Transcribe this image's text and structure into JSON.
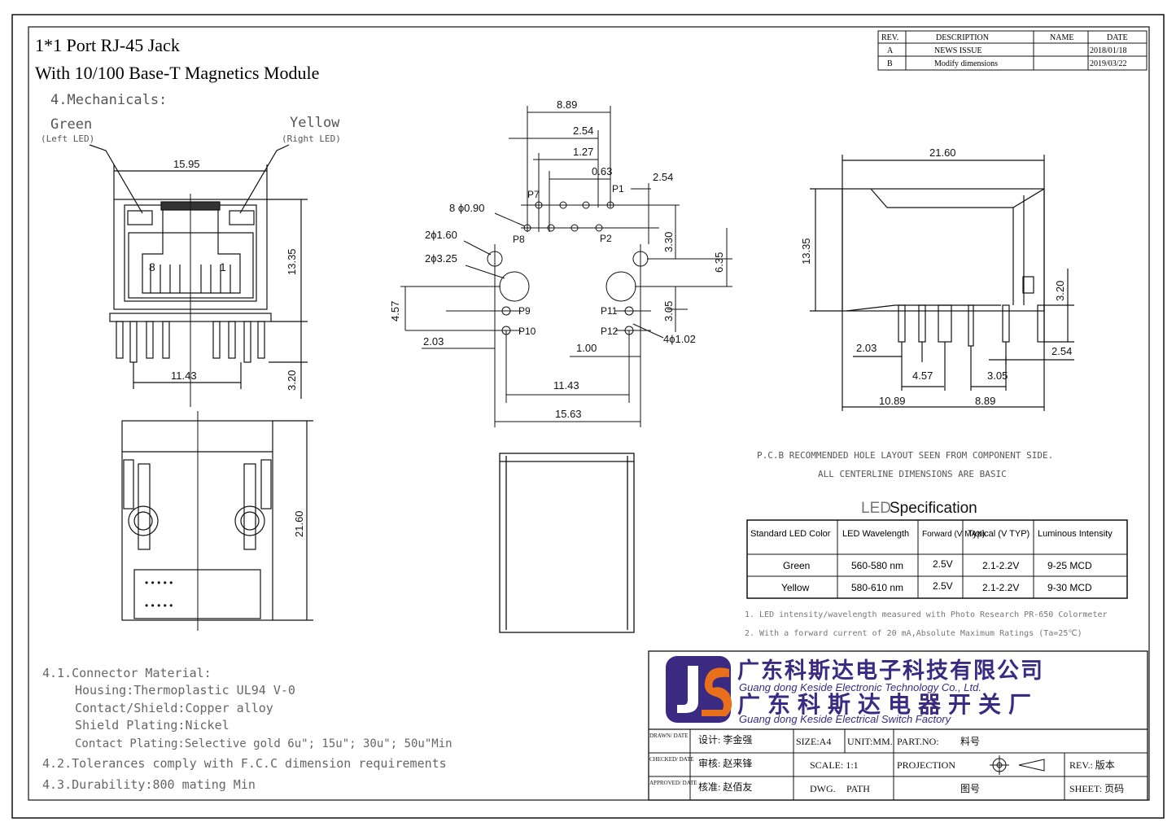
{
  "title": {
    "line1": "1*1 Port RJ-45  Jack",
    "line2": "With 10/100 Base-T Magnetics Module",
    "section": "4.Mechanicals:"
  },
  "revision_table": {
    "headers": [
      "REV.",
      "DESCRIPTION",
      "NAME",
      "DATE"
    ],
    "rows": [
      {
        "rev": "A",
        "description": "NEWS ISSUE",
        "name": "",
        "date": "2018/01/18"
      },
      {
        "rev": "B",
        "description": "Modify dimensions",
        "name": "",
        "date": "2019/03/22"
      }
    ]
  },
  "front_view": {
    "green_label": "Green",
    "green_sub": "(Left LED)",
    "yellow_label": "Yellow",
    "yellow_sub": "(Right LED)",
    "pin8": "8",
    "pin1": "1",
    "dims": {
      "width": "15.95",
      "height": "13.35",
      "bottom": "11.43",
      "pin_len": "3.20"
    }
  },
  "bottom_view": {
    "dims": {
      "length": "21.60"
    }
  },
  "pcb_layout": {
    "dims": {
      "d889": "8.89",
      "d254a": "2.54",
      "d127": "1.27",
      "d063": "0.63",
      "d254b": "2.54",
      "holes8": "8 ϕ0.90",
      "h2_160": "2ϕ1.60",
      "h2_325": "2ϕ3.25",
      "d330": "3.30",
      "d635": "6.35",
      "d457": "4.57",
      "d305": "3.05",
      "h4_102": "4ϕ1.02",
      "d203": "2.03",
      "d100": "1.00",
      "d1143": "11.43",
      "d1563": "15.63"
    },
    "pins": {
      "p1": "P1",
      "p2": "P2",
      "p7": "P7",
      "p8": "P8",
      "p9": "P9",
      "p10": "P10",
      "p11": "P11",
      "p12": "P12"
    },
    "note1": "P.C.B RECOMMENDED HOLE LAYOUT SEEN FROM COMPONENT SIDE.",
    "note2": "ALL CENTERLINE DIMENSIONS ARE BASIC"
  },
  "side_view": {
    "dims": {
      "length": "21.60",
      "height": "13.35",
      "pin": "3.20",
      "d203": "2.03",
      "d457": "4.57",
      "d305": "3.05",
      "d254": "2.54",
      "d1089": "10.89",
      "d889": "8.89"
    }
  },
  "led_spec": {
    "title_a": "LED",
    "title_b": " Specification",
    "headers": [
      "Standard LED Color",
      "LED Wavelength",
      "Forward (V MAX)",
      "Typical (V TYP)",
      "Luminous Intensity"
    ],
    "rows": [
      [
        "Green",
        "560-580 nm",
        "2.5V",
        "2.1-2.2V",
        "9-25 MCD"
      ],
      [
        "Yellow",
        "580-610 nm",
        "2.5V",
        "2.1-2.2V",
        "9-30 MCD"
      ]
    ],
    "note1": "1. LED intensity/wavelength measured with Photo Research PR-650 Colormeter",
    "note2": "2. With a forward current of 20 mA,Absolute Maximum Ratings (Ta=25℃)"
  },
  "materials": {
    "heading": "4.1.Connector Material:",
    "housing": "Housing:Thermoplastic UL94 V-0",
    "contact": "Contact/Shield:Copper alloy",
    "plating": "Shield Plating:Nickel",
    "contact_plating": "Contact Plating:Selective gold 6u\"; 15u\"; 30u\"; 50u\"Min",
    "tolerances": "4.2.Tolerances comply with F.C.C dimension requirements",
    "durability": "4.3.Durability:800 mating Min"
  },
  "title_block": {
    "company_cn1": "广东科斯达电子科技有限公司",
    "company_en1": "Guang dong Keside  Electronic Technology Co., Ltd.",
    "company_cn2": "广东科斯达电器开关厂",
    "company_en2": "Guang dong Keside Electrical Switch Factory",
    "drawn_label": "DRAWN/ DATE",
    "drawn_value": "设计: 李金强",
    "checked_label": "CHECKED/ DATE",
    "checked_value": "审核: 赵来锋",
    "approved_label": "APPROVED/ DATE",
    "approved_value": "核准: 赵佰友",
    "size": "SIZE:A4",
    "unit": "UNIT:MM.",
    "part_no": "PART.NO:",
    "part_value": "料号",
    "scale": "SCALE: 1:1",
    "projection": "PROJECTION",
    "rev": "REV.:  版本",
    "dwg": "DWG.",
    "path": "PATH",
    "drawing_no": "图号",
    "sheet": "SHEET: 页码"
  },
  "colors": {
    "line": "#111111",
    "logo_purple": "#3a2a82",
    "logo_orange": "#e8701a",
    "green_text": "#2e7d32"
  }
}
